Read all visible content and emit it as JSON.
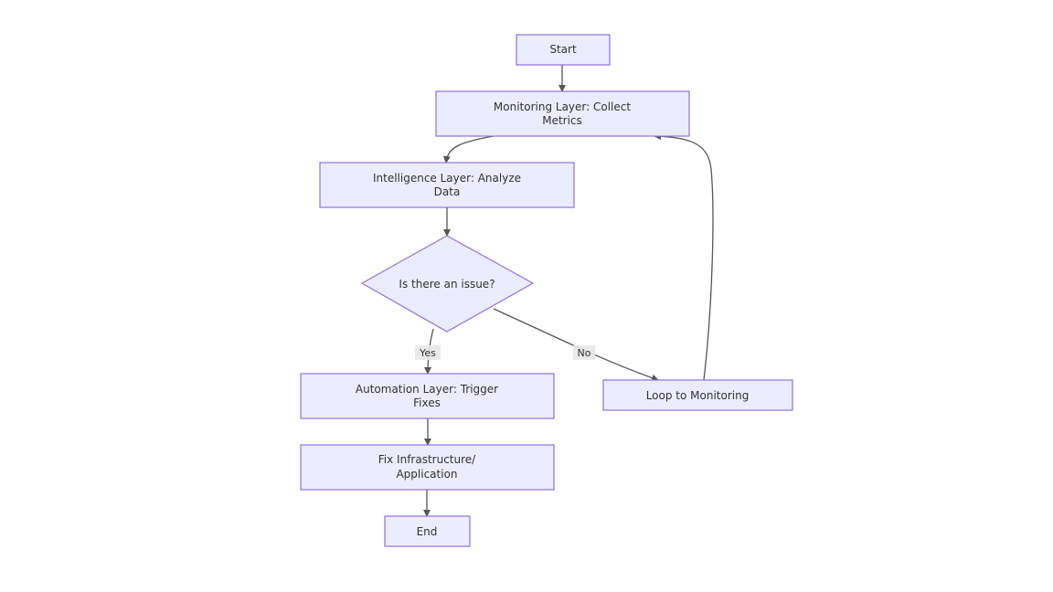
{
  "diagram": {
    "nodes": {
      "start": {
        "label": "Start"
      },
      "monitor": {
        "label_lines": [
          "Monitoring Layer: Collect",
          "Metrics"
        ]
      },
      "intel": {
        "label_lines": [
          "Intelligence Layer: Analyze",
          "Data"
        ]
      },
      "decision": {
        "label": "Is there an issue?"
      },
      "auto": {
        "label_lines": [
          "Automation Layer: Trigger",
          "Fixes"
        ]
      },
      "fix": {
        "label_lines": [
          "Fix Infrastructure/",
          "Application"
        ]
      },
      "end": {
        "label": "End"
      },
      "loop": {
        "label": "Loop to Monitoring"
      }
    },
    "edges": [
      {
        "from": "start",
        "to": "monitor",
        "label": ""
      },
      {
        "from": "monitor",
        "to": "intel",
        "label": ""
      },
      {
        "from": "intel",
        "to": "decision",
        "label": ""
      },
      {
        "from": "decision",
        "to": "auto",
        "label": "Yes"
      },
      {
        "from": "decision",
        "to": "loop",
        "label": "No"
      },
      {
        "from": "auto",
        "to": "fix",
        "label": ""
      },
      {
        "from": "fix",
        "to": "end",
        "label": ""
      },
      {
        "from": "loop",
        "to": "monitor",
        "label": ""
      }
    ],
    "colors": {
      "node_fill": "#ececff",
      "node_stroke": "#9370db",
      "edge": "#555555"
    }
  }
}
